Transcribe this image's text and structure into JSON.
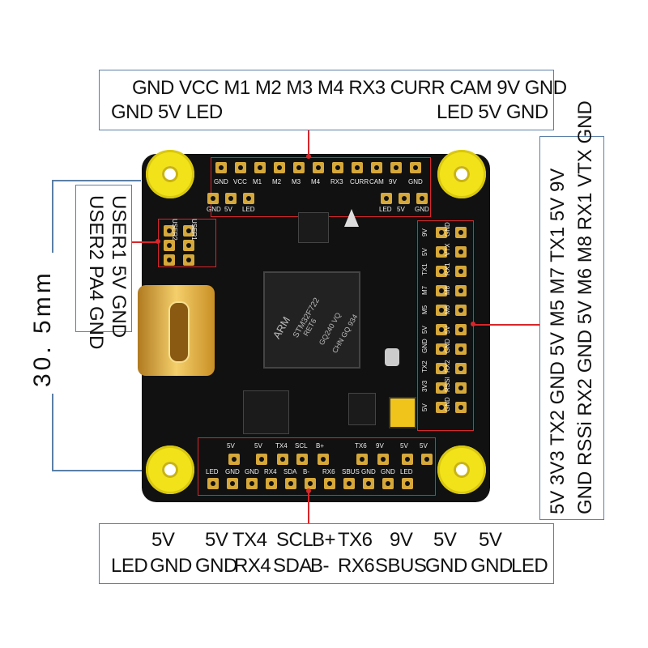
{
  "top_box": {
    "row1": "GND VCC M1 M2 M3 M4 RX3 CURR CAM 9V GND",
    "row2_left": "GND 5V LED",
    "row2_right": "LED 5V GND"
  },
  "right_box": {
    "col1": "5V  3V3  TX2  GND 5V M5 M7  TX1  5V  9V",
    "col2": "GND RSSi RX2 GND 5V M6 M8 RX1 VTX GND"
  },
  "bottom_box": {
    "row1": [
      "5V",
      "5V",
      "TX4",
      "SCL",
      "B+",
      "TX6",
      "9V",
      "5V",
      "5V"
    ],
    "row2": [
      "LED",
      "GND",
      "GND",
      "RX4",
      "SDA",
      "B-",
      "RX6",
      "SBUS",
      "GND",
      "GND",
      "LED"
    ]
  },
  "left_box": {
    "col1": "USER1  5V  GND",
    "col2": "USER2 PA4 GND"
  },
  "dimension": {
    "label": "30. 5mm"
  },
  "board": {
    "mcu_text": [
      "ARM",
      "STM32F722",
      "RET6",
      "GQ240 VQ",
      "CHN GQ 934"
    ],
    "top_silk": [
      "GND",
      "VCC",
      "M1",
      "M2",
      "M3",
      "M4",
      "RX3",
      "CURR",
      "CAM",
      "9V",
      "GND"
    ],
    "top_silk2_left": [
      "GND",
      "5V",
      "LED"
    ],
    "top_silk2_right": [
      "LED",
      "5V",
      "GND"
    ],
    "right_silk": [
      "9V",
      "GND",
      "5V",
      "VTX",
      "TX1",
      "RX1",
      "M7",
      "M8",
      "M5",
      "M6",
      "5V",
      "5V",
      "GND",
      "GND",
      "TX2",
      "RX2",
      "3V3",
      "RSSI",
      "5V",
      "GND"
    ],
    "bottom_silk1": [
      "5V",
      "5V",
      "TX4",
      "SCL",
      "B+",
      "TX6",
      "9V",
      "5V",
      "5V"
    ],
    "bottom_silk2": [
      "LED",
      "GND",
      "GND",
      "RX4",
      "SDA",
      "B-",
      "RX6",
      "SBUS",
      "GND",
      "GND",
      "LED"
    ],
    "left_silk": [
      "USER2",
      "PA4",
      "GND",
      "USER1",
      "5V",
      "GND"
    ]
  },
  "colors": {
    "board": "#111111",
    "pad_gold": "#d6a83a",
    "mount_yellow": "#f2e21a",
    "leader_red": "#d8262a",
    "box_border": "#5b7fa6"
  }
}
